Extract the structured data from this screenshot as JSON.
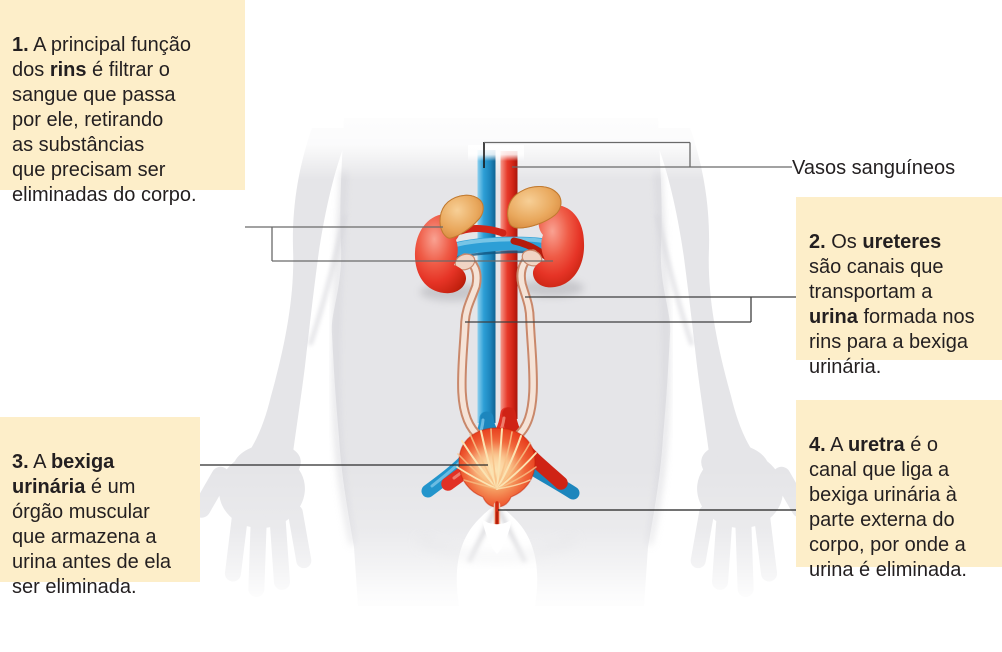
{
  "labels": {
    "blood_vessels": "Vasos sanguíneos"
  },
  "callouts": [
    {
      "id": "1",
      "topic": "rins",
      "segments": [
        {
          "text": "1.",
          "bold": true
        },
        {
          "text": " A principal função\ndos ",
          "bold": false
        },
        {
          "text": "rins",
          "bold": true
        },
        {
          "text": " é filtrar o\nsangue que passa\npor ele, retirando\nas substâncias\nque precisam ser\neliminadas do corpo.",
          "bold": false
        }
      ]
    },
    {
      "id": "2",
      "topic": "ureteres",
      "segments": [
        {
          "text": "2.",
          "bold": true
        },
        {
          "text": " Os ",
          "bold": false
        },
        {
          "text": "ureteres",
          "bold": true
        },
        {
          "text": "\nsão canais que\ntransportam a\n",
          "bold": false
        },
        {
          "text": "urina",
          "bold": true
        },
        {
          "text": " formada nos\nrins para a bexiga\nurinária.",
          "bold": false
        }
      ]
    },
    {
      "id": "3",
      "topic": "bexiga urinária",
      "segments": [
        {
          "text": "3.",
          "bold": true
        },
        {
          "text": " A ",
          "bold": false
        },
        {
          "text": "bexiga\nurinária",
          "bold": true
        },
        {
          "text": " é um\nórgão muscular\nque armazena a\nurina antes de ela\nser eliminada.",
          "bold": false
        }
      ]
    },
    {
      "id": "4",
      "topic": "uretra",
      "segments": [
        {
          "text": "4.",
          "bold": true
        },
        {
          "text": " A ",
          "bold": false
        },
        {
          "text": "uretra",
          "bold": true
        },
        {
          "text": " é o\ncanal que liga a\nbexiga urinária à\nparte externa do\ncorpo, por onde a\nurina é eliminada.",
          "bold": false
        }
      ]
    }
  ],
  "colors": {
    "callout_background": "#fdeec9",
    "text": "#231f20",
    "leader_line": "#5c5c5c",
    "body_silhouette": "#e5e5e8",
    "vein_blue": "#2d9fd6",
    "artery_red": "#e6352a",
    "kidney_red": "#e5382b",
    "adrenal_orange": "#e09a4e",
    "ureter_tube": "#f5e3d7",
    "ureter_outline": "#c9886b",
    "bladder_orange": "#ee4f2e",
    "bladder_striation": "#fbe3b2",
    "urethra_red": "#d32a10",
    "arrow_white": "#ffffff"
  }
}
